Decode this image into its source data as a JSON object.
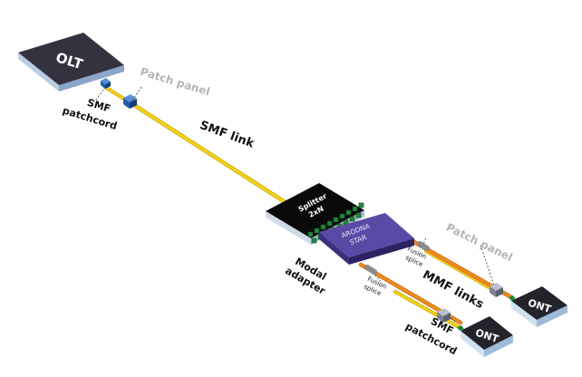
{
  "devices": {
    "olt": "OLT",
    "splitter_line1": "Splitter",
    "splitter_line2": "2xN",
    "arodna_line1": "ARODNA",
    "arodna_line2": "STAR",
    "ont_upper": "ONT",
    "ont_lower": "ONT"
  },
  "labels": {
    "patch_panel_top": "Patch panel",
    "smf_patchcord_top_line1": "SMF",
    "smf_patchcord_top_line2": "patchcord",
    "smf_link": "SMF link",
    "modal_adapter_line1": "Modal",
    "modal_adapter_line2": "adapter",
    "fusion_splice_upper_line1": "Fusion",
    "fusion_splice_upper_line2": "splice",
    "fusion_splice_lower_line1": "Fusion",
    "fusion_splice_lower_line2": "splice",
    "patch_panel_right": "Patch panel",
    "mmf_links": "MMF links",
    "smf_patchcord_bottom_line1": "SMF",
    "smf_patchcord_bottom_line2": "patchcord"
  },
  "colors": {
    "smf_fiber": "#f2d21a",
    "mmf_fiber": "#f08a1e",
    "olt_box": "#34323f",
    "splitter_box": "#0a0a0a",
    "arodna_box": "#5a4aa6",
    "ont_box": "#23232b",
    "connector_blue": "#1f5fae",
    "connector_green": "#1f8a3a"
  }
}
